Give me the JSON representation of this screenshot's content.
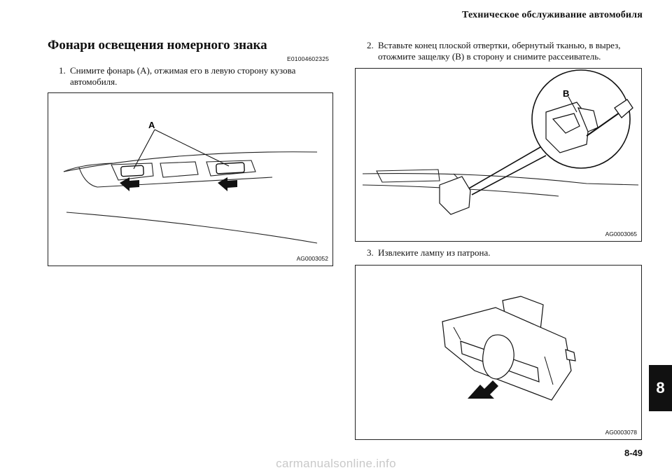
{
  "header": {
    "title": "Техническое обслуживание автомобиля"
  },
  "section": {
    "title": "Фонари освещения номерного знака",
    "code": "E01004602325"
  },
  "steps": [
    {
      "num": "1.",
      "line1": "Снимите фонарь (A), отжимая его в левую сторону кузова",
      "line2": "автомобиля."
    },
    {
      "num": "2.",
      "line1": "Вставьте конец плоской отвертки, обернутый тканью, в вырез,",
      "line2": "отожмите защелку (B) в сторону и снимите рассеиватель."
    },
    {
      "num": "3.",
      "line1": "Извлеките лампу из патрона.",
      "line2": ""
    }
  ],
  "figures": [
    {
      "callout": "A",
      "code": "AG0003052"
    },
    {
      "callout": "B",
      "code": "AG0003065"
    },
    {
      "callout": "",
      "code": "AG0003078"
    }
  ],
  "chapter_tab": "8",
  "page_number": "8-49",
  "watermark": "carmanualsonline.info"
}
